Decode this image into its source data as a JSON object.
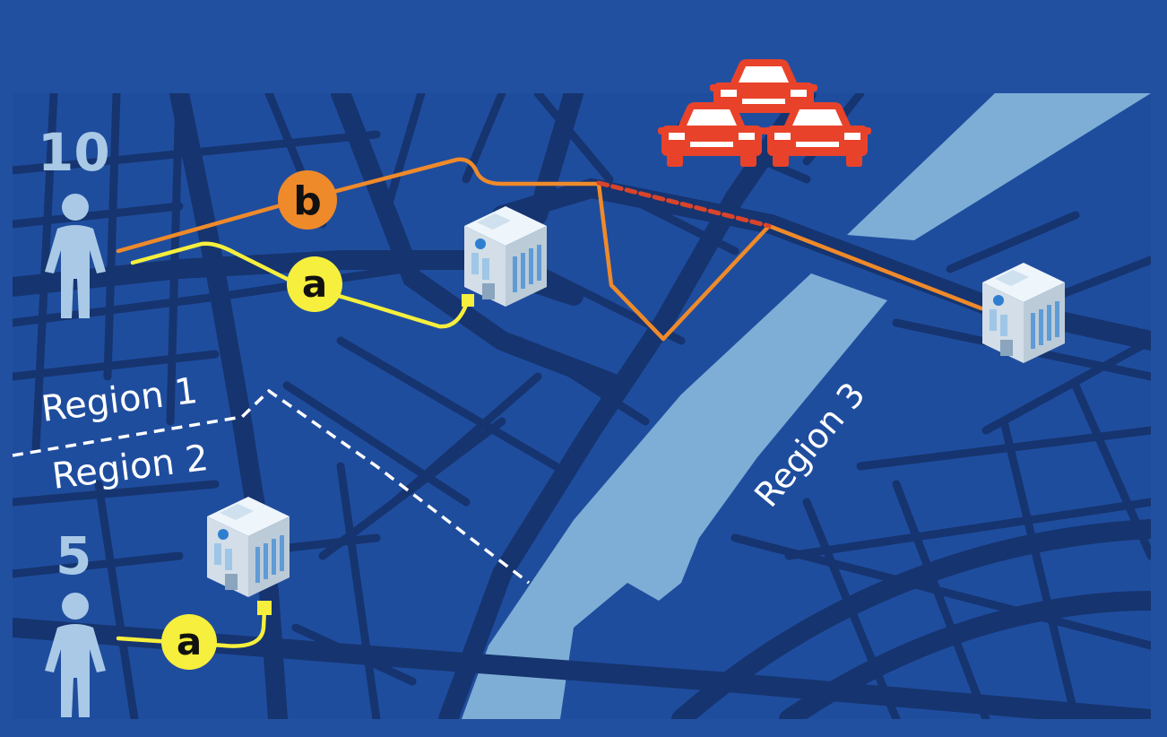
{
  "populations": {
    "top": "10",
    "bottom": "5"
  },
  "routes": {
    "a_top": "a",
    "b_top": "b",
    "a_bottom": "a"
  },
  "regions": {
    "r1": "Region 1",
    "r2": "Region 2",
    "r3": "Region 3"
  },
  "colors": {
    "background": "#2250a0",
    "map_block": "#1f4d9e",
    "road": "#16346f",
    "river": "#7eaed6",
    "route_a": "#f6ef3d",
    "route_b": "#ef8a2a",
    "congestion": "#d9442a",
    "car": "#e8432a",
    "person": "#a9c9e6",
    "region_line": "#ffffff"
  },
  "icons": {
    "person": "person-icon",
    "hospital": "hospital-icon",
    "car": "car-icon"
  }
}
